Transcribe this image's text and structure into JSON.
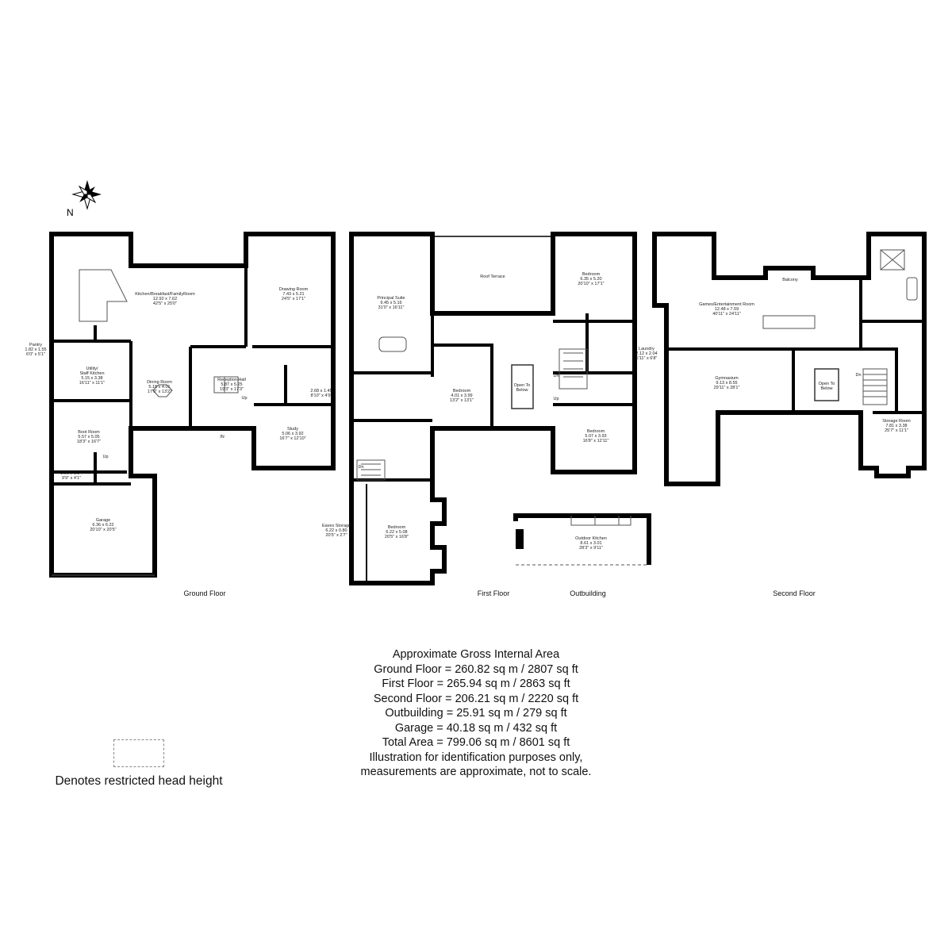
{
  "compass": {
    "north_label": "N"
  },
  "floors": {
    "ground": {
      "label": "Ground Floor",
      "rooms": [
        {
          "name": "Kitchen/Breakfast/FamilyRoom",
          "metric": "12.92 x 7.62",
          "imperial": "42'5\" x 25'0\""
        },
        {
          "name": "Drawing Room",
          "metric": "7.43 x 5.21",
          "imperial": "24'5\" x 17'1\""
        },
        {
          "name": "Pantry",
          "metric": "1.82 x 1.55",
          "imperial": "6'0\" x 5'1\""
        },
        {
          "name": "Utility/",
          "name2": "Staff Kitchen",
          "metric": "5.15 x 3.38",
          "imperial": "16'11\" x 11'1\""
        },
        {
          "name": "Dining Room",
          "metric": "5.18 x 4.01",
          "imperial": "17'0\" x 13'2\""
        },
        {
          "name": "Reception Hall",
          "metric": "5.87 x 5.25",
          "imperial": "19'3\" x 17'3\""
        },
        {
          "metric": "2.68 x 1.45",
          "imperial": "8'10\" x 4'9\""
        },
        {
          "name": "Study",
          "metric": "5.06 x 3.92",
          "imperial": "16'7\" x 12'10\""
        },
        {
          "name": "Boot Room",
          "metric": "5.57 x 5.05",
          "imperial": "18'3\" x 16'7\""
        },
        {
          "metric": "2.96 x 1.24",
          "imperial": "9'9\" x 4'1\""
        },
        {
          "name": "Garage",
          "metric": "6.36 x 6.22",
          "imperial": "20'10\" x 20'5\""
        }
      ],
      "markers": {
        "up": "Up",
        "in": "IN"
      }
    },
    "first": {
      "label": "First Floor",
      "rooms": [
        {
          "name": "Principal Suite",
          "metric": "9.45 x 5.16",
          "imperial": "31'0\" x 16'11\""
        },
        {
          "name": "Roof Terrace"
        },
        {
          "name": "Bedroom",
          "metric": "6.35 x 5.20",
          "imperial": "20'10\" x 17'1\""
        },
        {
          "name": "Bedroom",
          "metric": "4.01 x 3.99",
          "imperial": "13'2\" x 13'1\""
        },
        {
          "name": "Open To",
          "name2": "Below"
        },
        {
          "name": "Laundry",
          "metric": "2.12 x 2.04",
          "imperial": "6'11\" x 6'8\""
        },
        {
          "name": "Bedroom",
          "metric": "5.07 x 3.93",
          "imperial": "16'8\" x 12'11\""
        },
        {
          "name": "Eaves Storage",
          "metric": "6.22 x 0.80",
          "imperial": "20'5\" x 2'7\""
        },
        {
          "name": "Bedroom",
          "metric": "6.22 x 5.08",
          "imperial": "20'5\" x 16'8\""
        }
      ],
      "markers": {
        "up": "Up",
        "dn": "Dn"
      }
    },
    "outbuilding": {
      "label": "Outbuilding",
      "rooms": [
        {
          "name": "Outdoor Kitchen",
          "metric": "8.61 x 3.01",
          "imperial": "28'3\" x 9'11\""
        }
      ]
    },
    "second": {
      "label": "Second Floor",
      "rooms": [
        {
          "name": "Balcony"
        },
        {
          "name": "Games/Entertainment Room",
          "metric": "12.48 x 7.59",
          "imperial": "40'11\" x 24'11\""
        },
        {
          "name": "Gymnasium",
          "metric": "9.13 x 8.55",
          "imperial": "29'11\" x 28'1\""
        },
        {
          "name": "Open To",
          "name2": "Below"
        },
        {
          "name": "Storage Room",
          "metric": "7.81 x 3.38",
          "imperial": "25'7\" x 11'1\""
        }
      ],
      "markers": {
        "dn": "Dn"
      }
    }
  },
  "area_summary": {
    "title": "Approximate Gross Internal Area",
    "lines": [
      "Ground Floor = 260.82 sq m / 2807 sq ft",
      "First Floor = 265.94 sq m / 2863 sq ft",
      "Second Floor = 206.21 sq m / 2220 sq ft",
      "Outbuilding = 25.91 sq m / 279 sq ft",
      "Garage = 40.18 sq m / 432 sq ft",
      "Total Area = 799.06 sq m / 8601 sq ft"
    ],
    "disclaimer": [
      "Illustration for identification purposes only,",
      "measurements are approximate, not to scale."
    ]
  },
  "legend": {
    "text": "Denotes restricted head height"
  }
}
